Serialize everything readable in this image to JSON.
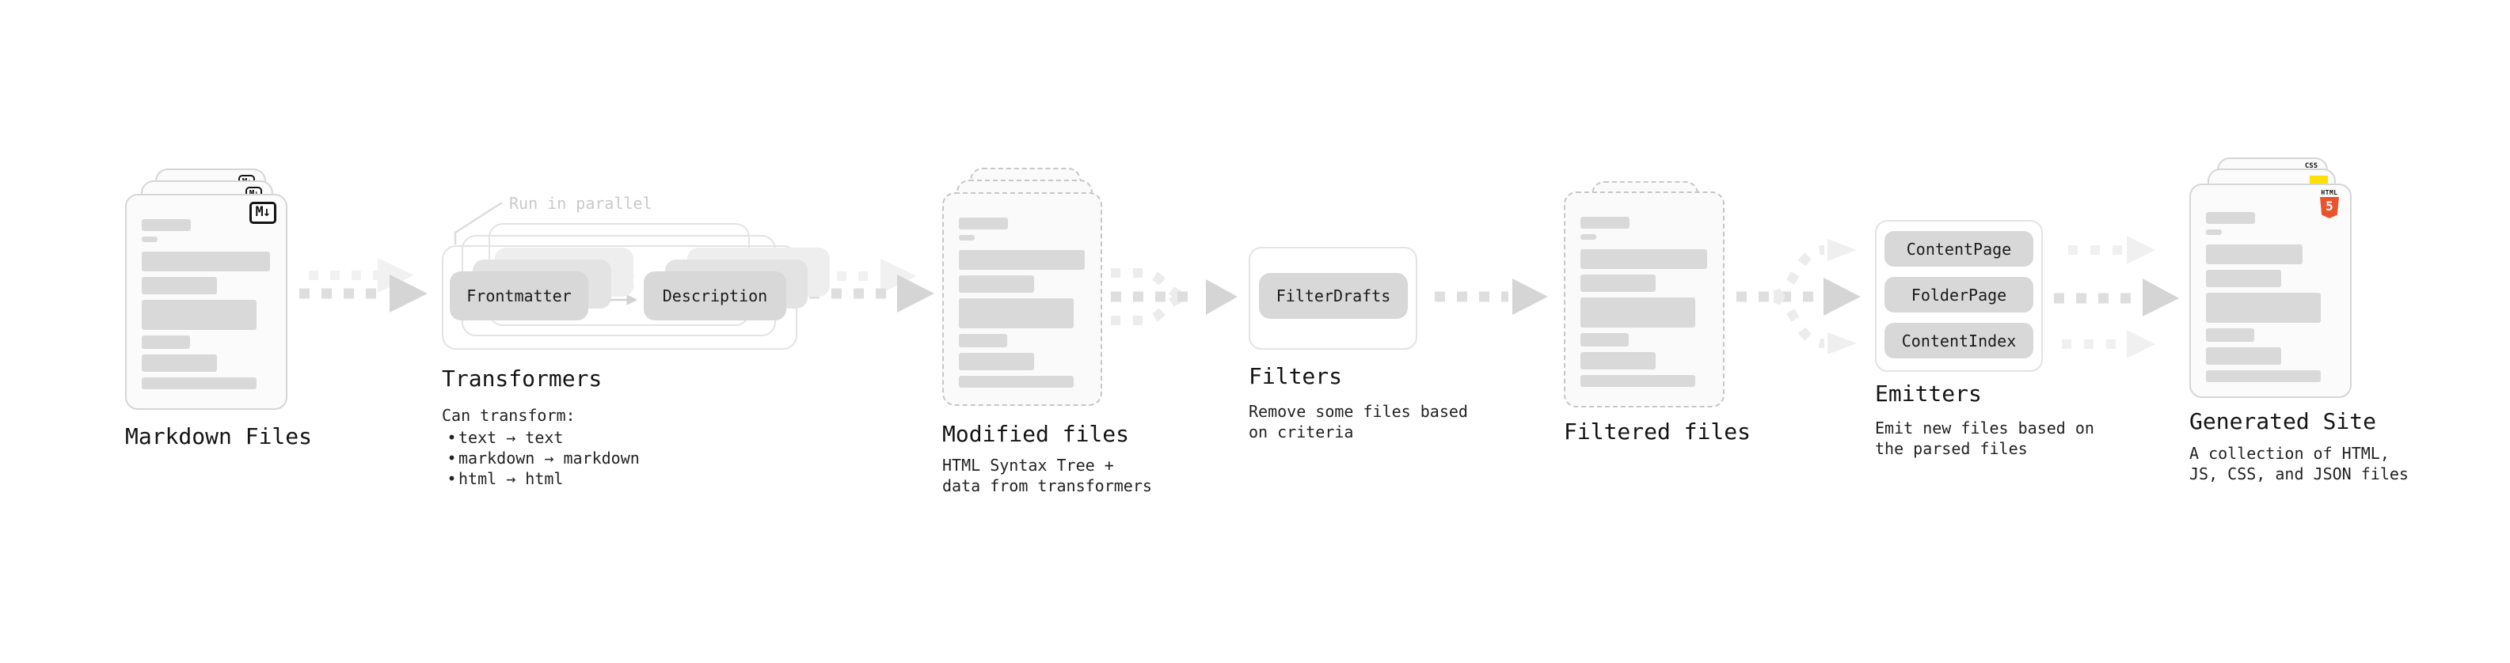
{
  "stages": {
    "markdown_files": {
      "label": "Markdown Files",
      "badge": "M↓"
    },
    "transformers": {
      "note": "Run in parallel",
      "node_a": "Frontmatter",
      "node_b": "Description",
      "title": "Transformers",
      "desc_heading": "Can transform:",
      "bullet": "•",
      "bullets": [
        "text → text",
        "markdown → markdown",
        "html → html"
      ]
    },
    "modified_files": {
      "title": "Modified files",
      "desc": [
        "HTML Syntax Tree +",
        "data from transformers"
      ]
    },
    "filters": {
      "title": "Filters",
      "node": "FilterDrafts",
      "desc": [
        "Remove some files based",
        "on criteria"
      ]
    },
    "filtered_files": {
      "title": "Filtered files"
    },
    "emitters": {
      "title": "Emitters",
      "nodes": [
        "ContentPage",
        "FolderPage",
        "ContentIndex"
      ],
      "desc": [
        "Emit new files based on",
        "the parsed files"
      ]
    },
    "generated_site": {
      "title": "Generated Site",
      "desc": [
        "A collection of HTML,",
        "JS, CSS, and JSON files"
      ],
      "badges": {
        "css_label": "CSS",
        "html_label": "HTML",
        "html5_number": "5"
      }
    }
  },
  "colors": {
    "arrow": "#dedede",
    "arrow_head": "#d5d5d5",
    "arrow_light": "#f0f0f0",
    "html5_orange": "#e8542e",
    "js_yellow": "#ffdf00",
    "css_blue": "#2862e9"
  }
}
